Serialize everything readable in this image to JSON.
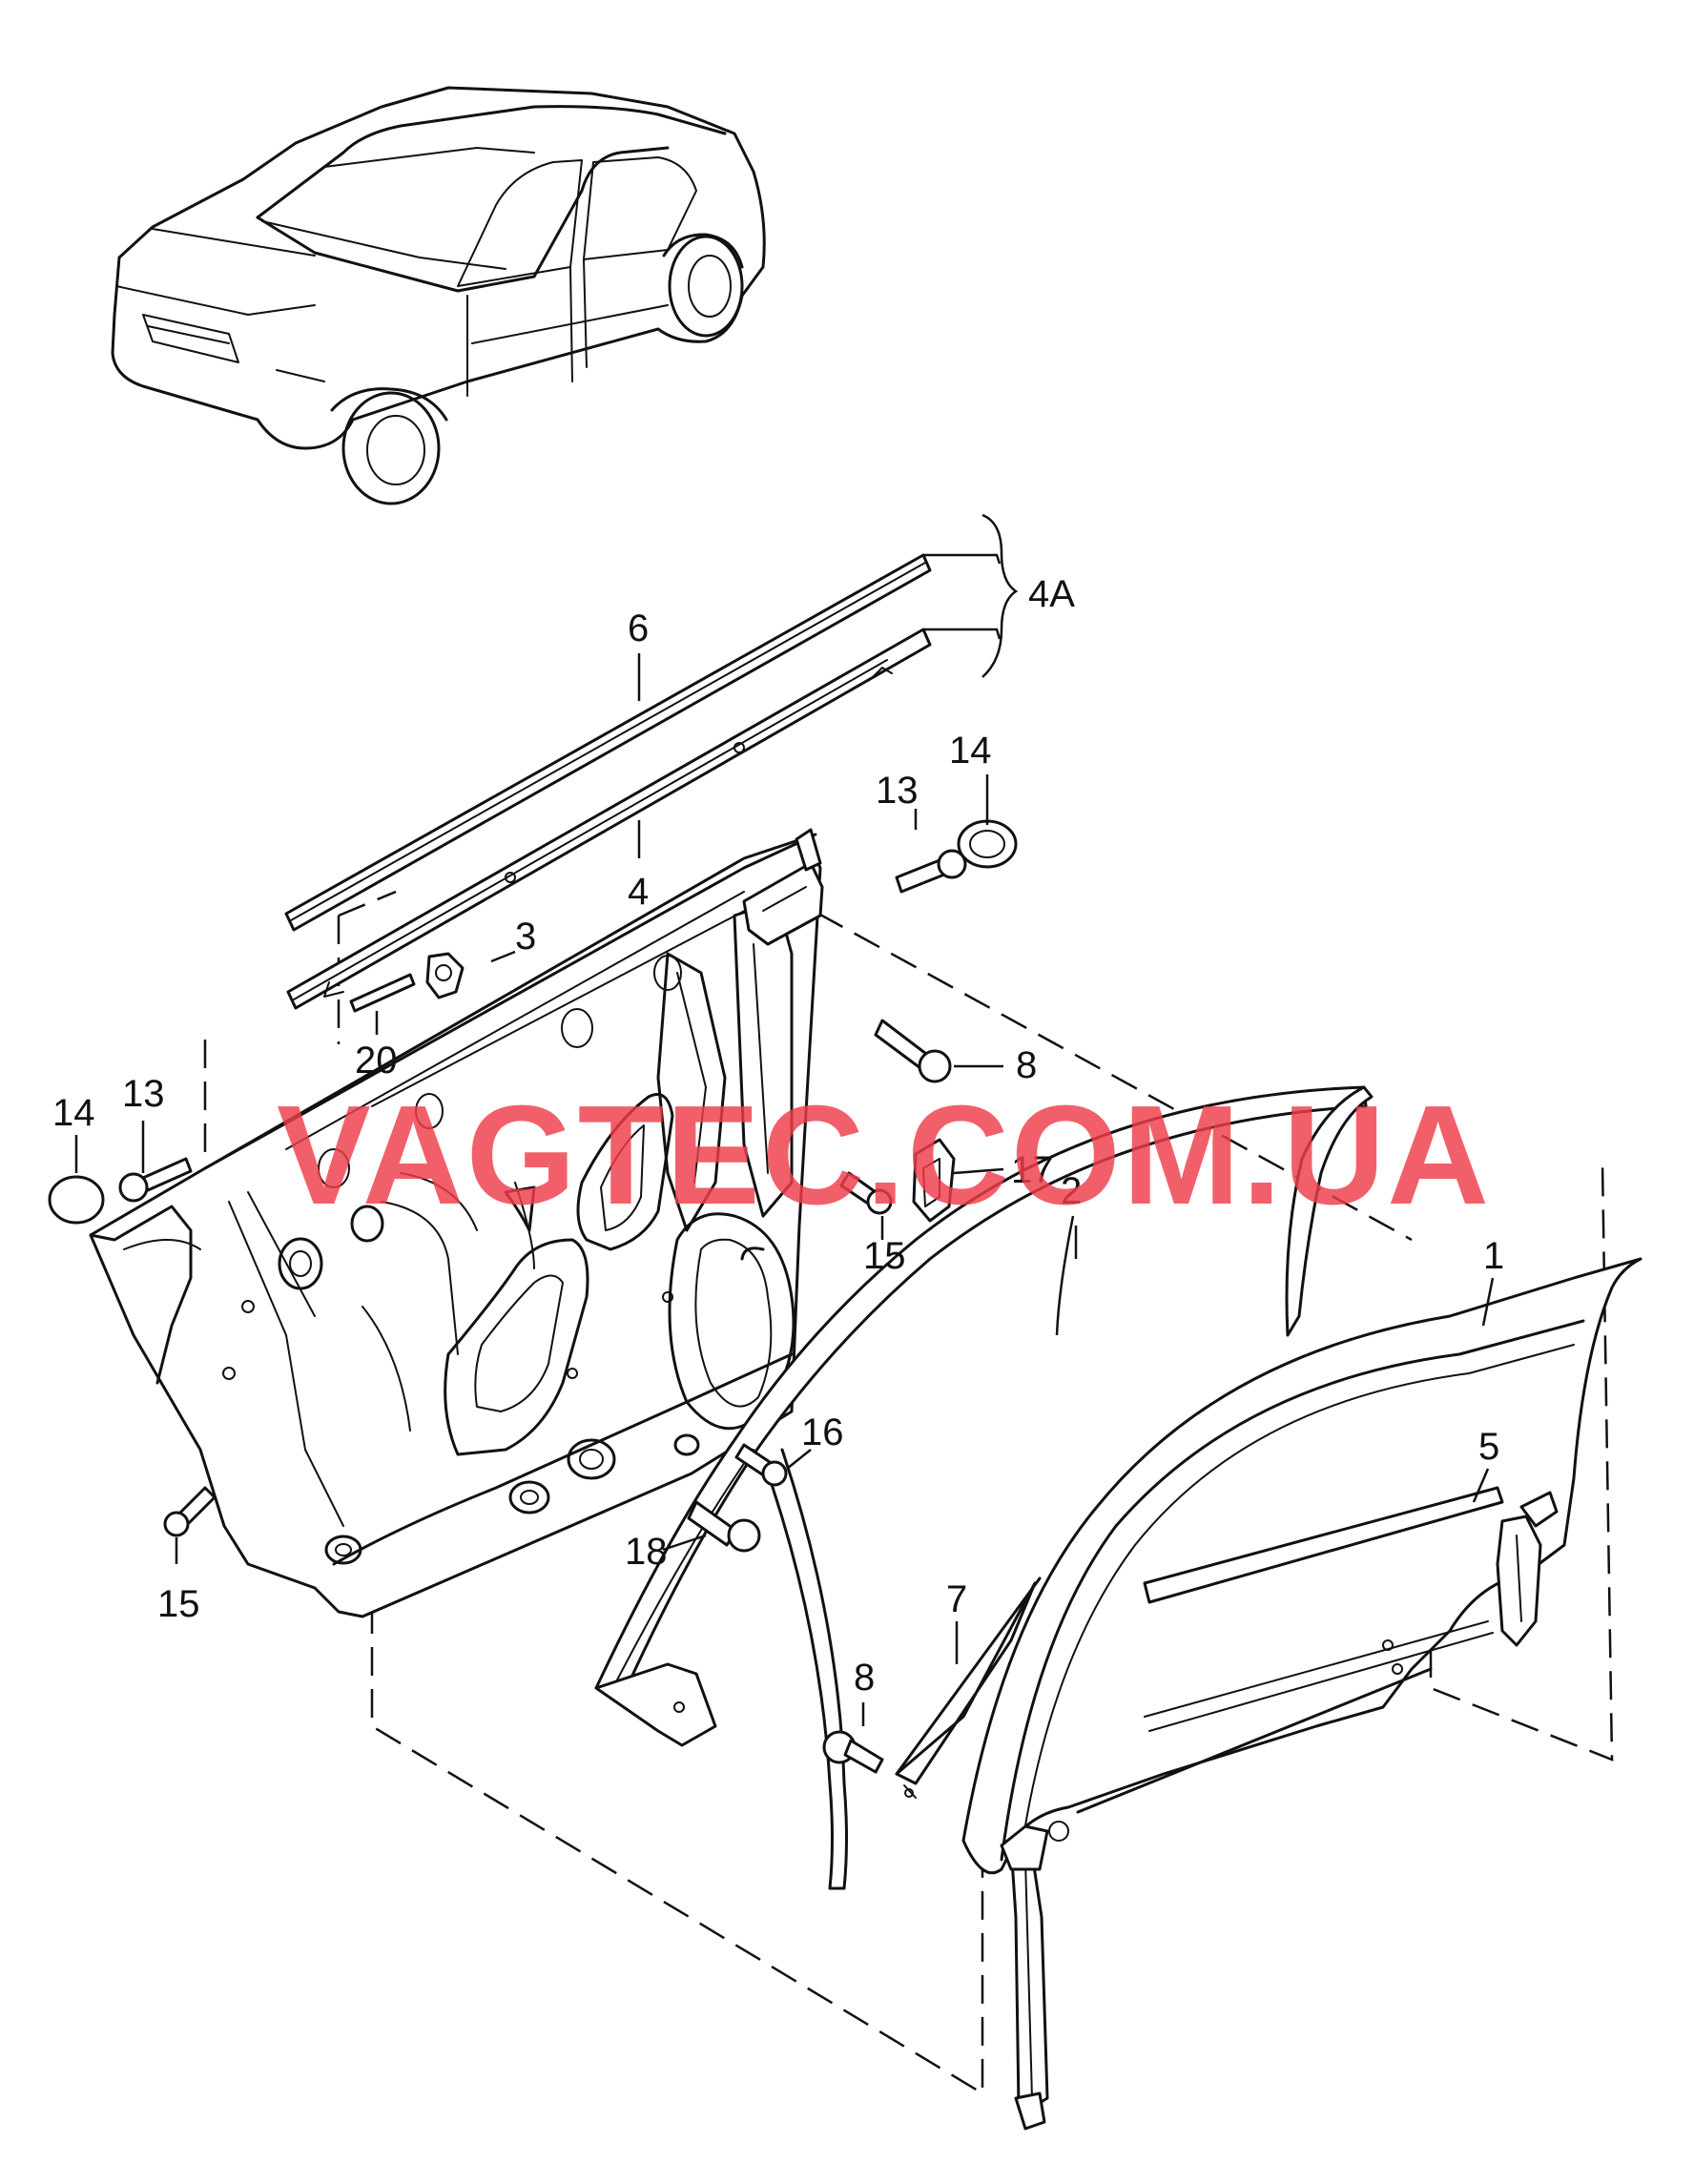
{
  "watermark": "VAGTEC.COM.UA",
  "callouts": {
    "c1": "1",
    "c2": "2",
    "c3": "3",
    "c4": "4",
    "c4a": "4A",
    "c5": "5",
    "c6": "6",
    "c7": "7",
    "c8_top": "8",
    "c8_bottom": "8",
    "c13_left": "13",
    "c13_right": "13",
    "c14_left": "14",
    "c14_right": "14",
    "c15_left": "15",
    "c15_right": "15",
    "c16": "16",
    "c17": "17",
    "c18": "18",
    "c20": "20"
  }
}
